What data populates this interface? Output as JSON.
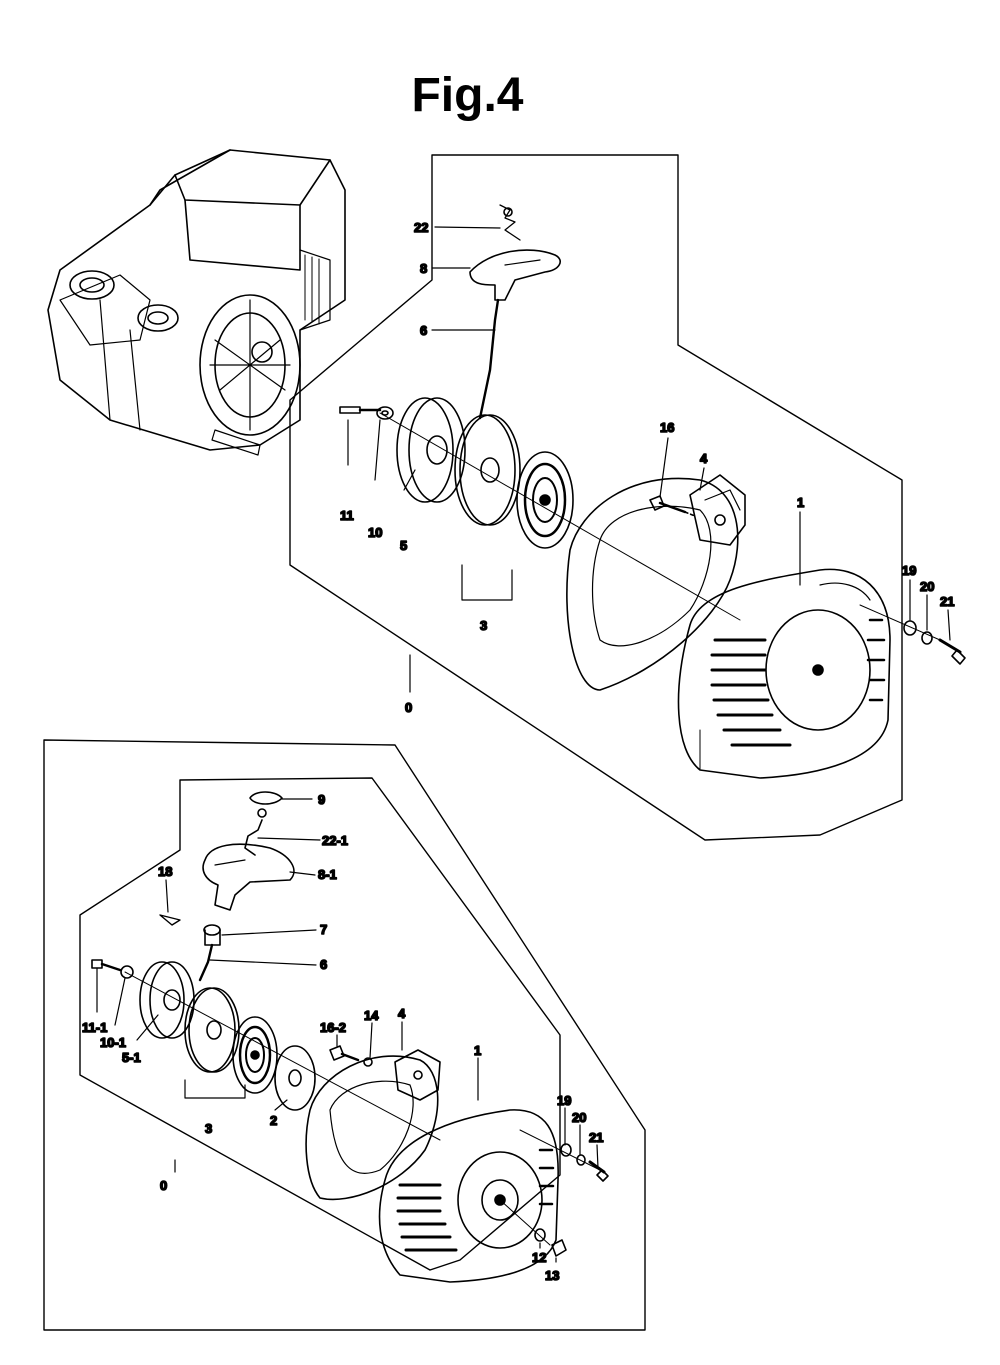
{
  "figure": {
    "title": "Fig.4"
  },
  "top_assembly": {
    "labels": [
      "22",
      "8",
      "6",
      "11",
      "10",
      "5",
      "3",
      "16",
      "4",
      "1",
      "19",
      "20",
      "21",
      "0"
    ]
  },
  "bottom_assembly": {
    "labels": [
      "9",
      "22-1",
      "8-1",
      "18",
      "7",
      "6",
      "11-1",
      "10-1",
      "5-1",
      "16-2",
      "14",
      "4",
      "3",
      "2",
      "1",
      "19",
      "20",
      "21",
      "12",
      "13",
      "0"
    ]
  },
  "colors": {
    "ink": "#000000",
    "paper": "#ffffff"
  }
}
